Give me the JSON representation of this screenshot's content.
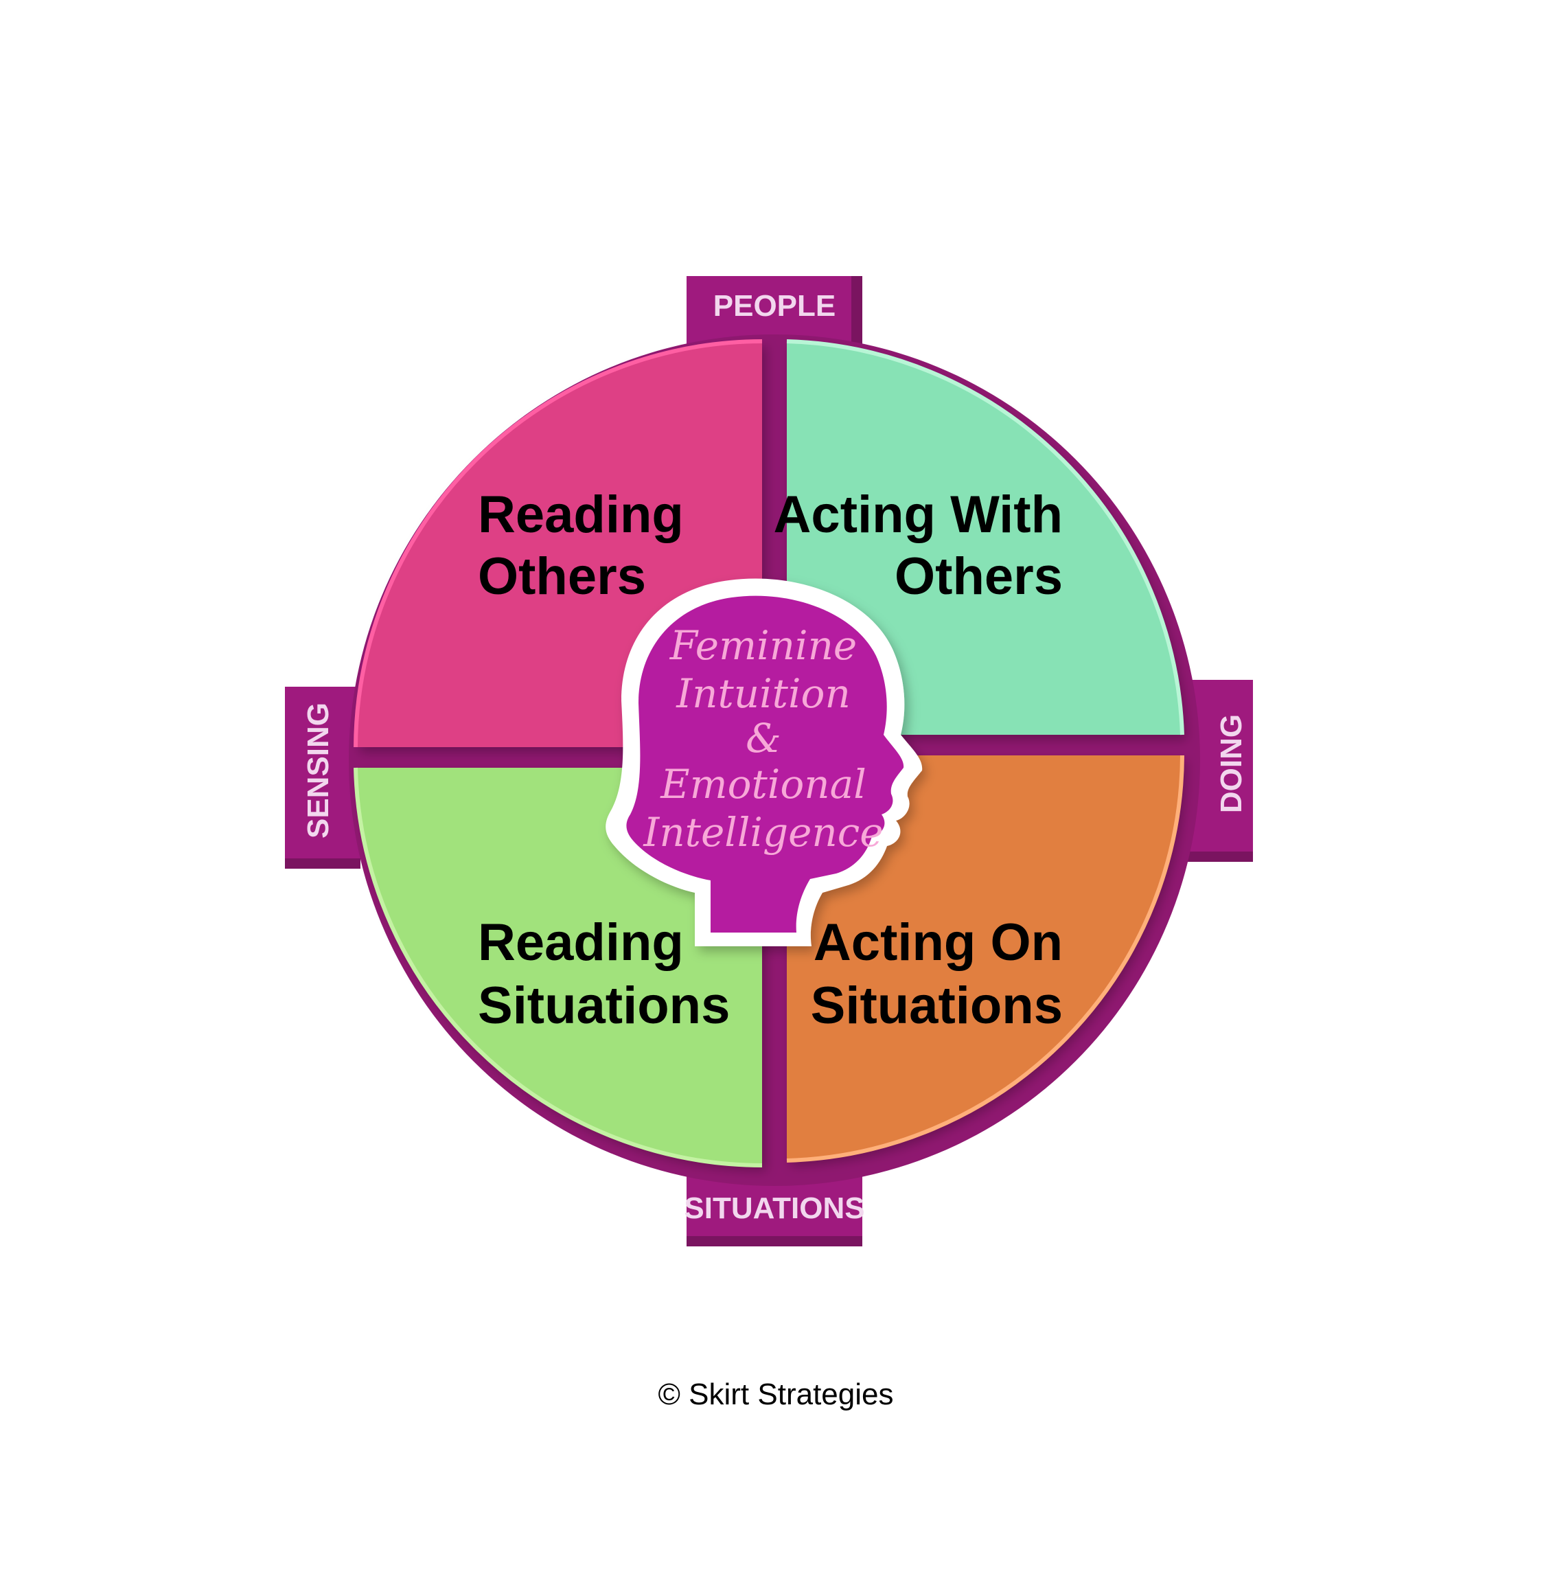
{
  "axes": {
    "top": "PEOPLE",
    "bottom": "SITUATIONS",
    "left": "SENSING",
    "right": "DOING"
  },
  "quadrants": {
    "top_left": {
      "line1": "Reading",
      "line2": "Others",
      "color": "#de4185"
    },
    "top_right": {
      "line1": "Acting With",
      "line2": "Others",
      "color": "#87e2b5"
    },
    "bottom_left": {
      "line1": "Reading",
      "line2": "Situations",
      "color": "#a1e27b"
    },
    "bottom_right": {
      "line1": "Acting On",
      "line2": "Situations",
      "color": "#e17f3f"
    }
  },
  "center": {
    "lines": [
      "Feminine",
      "Intuition",
      "&",
      "Emotional",
      "Intelligence"
    ],
    "head_color": "#b51fa0"
  },
  "colors": {
    "axis_bar": "#9f1a7e",
    "axis_bar_dark": "#7a1460"
  },
  "copyright": "© Skirt Strategies"
}
